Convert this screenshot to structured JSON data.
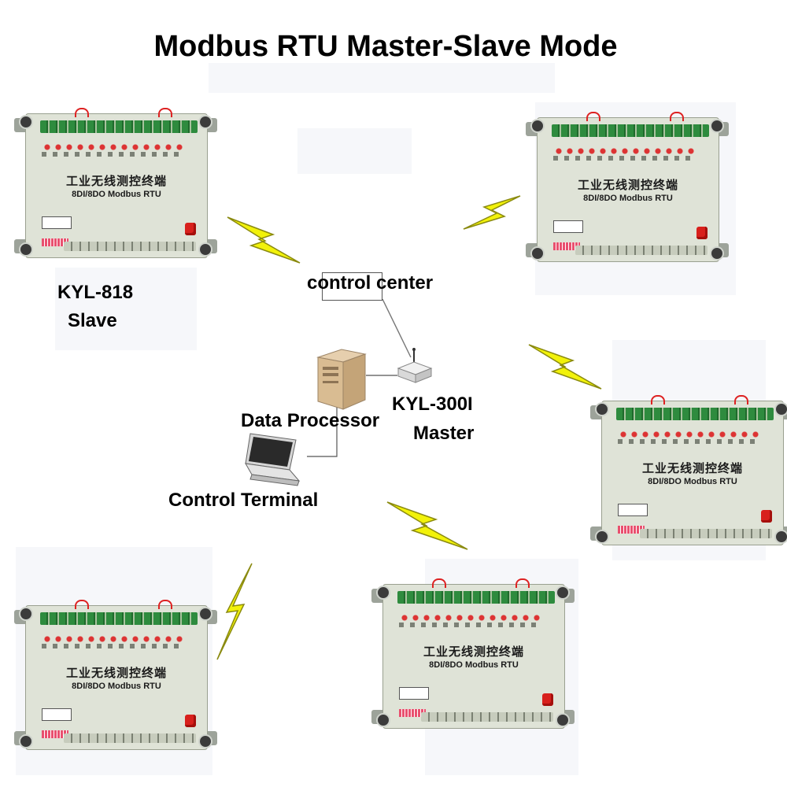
{
  "title": "Modbus RTU Master-Slave Mode",
  "labels": {
    "control_center": "control center",
    "slave_model": "KYL-818",
    "slave_role": "Slave",
    "master_model": "KYL-300I",
    "master_role": "Master",
    "data_processor": "Data Processor",
    "control_terminal": "Control Terminal"
  },
  "device": {
    "chinese_title": "工业无线测控终端",
    "model_text": "8DI/8DO Modbus RTU"
  },
  "colors": {
    "bolt": "#f2f20a",
    "terminal_green": "#2e8b3e",
    "antenna_red": "#d8201c"
  }
}
